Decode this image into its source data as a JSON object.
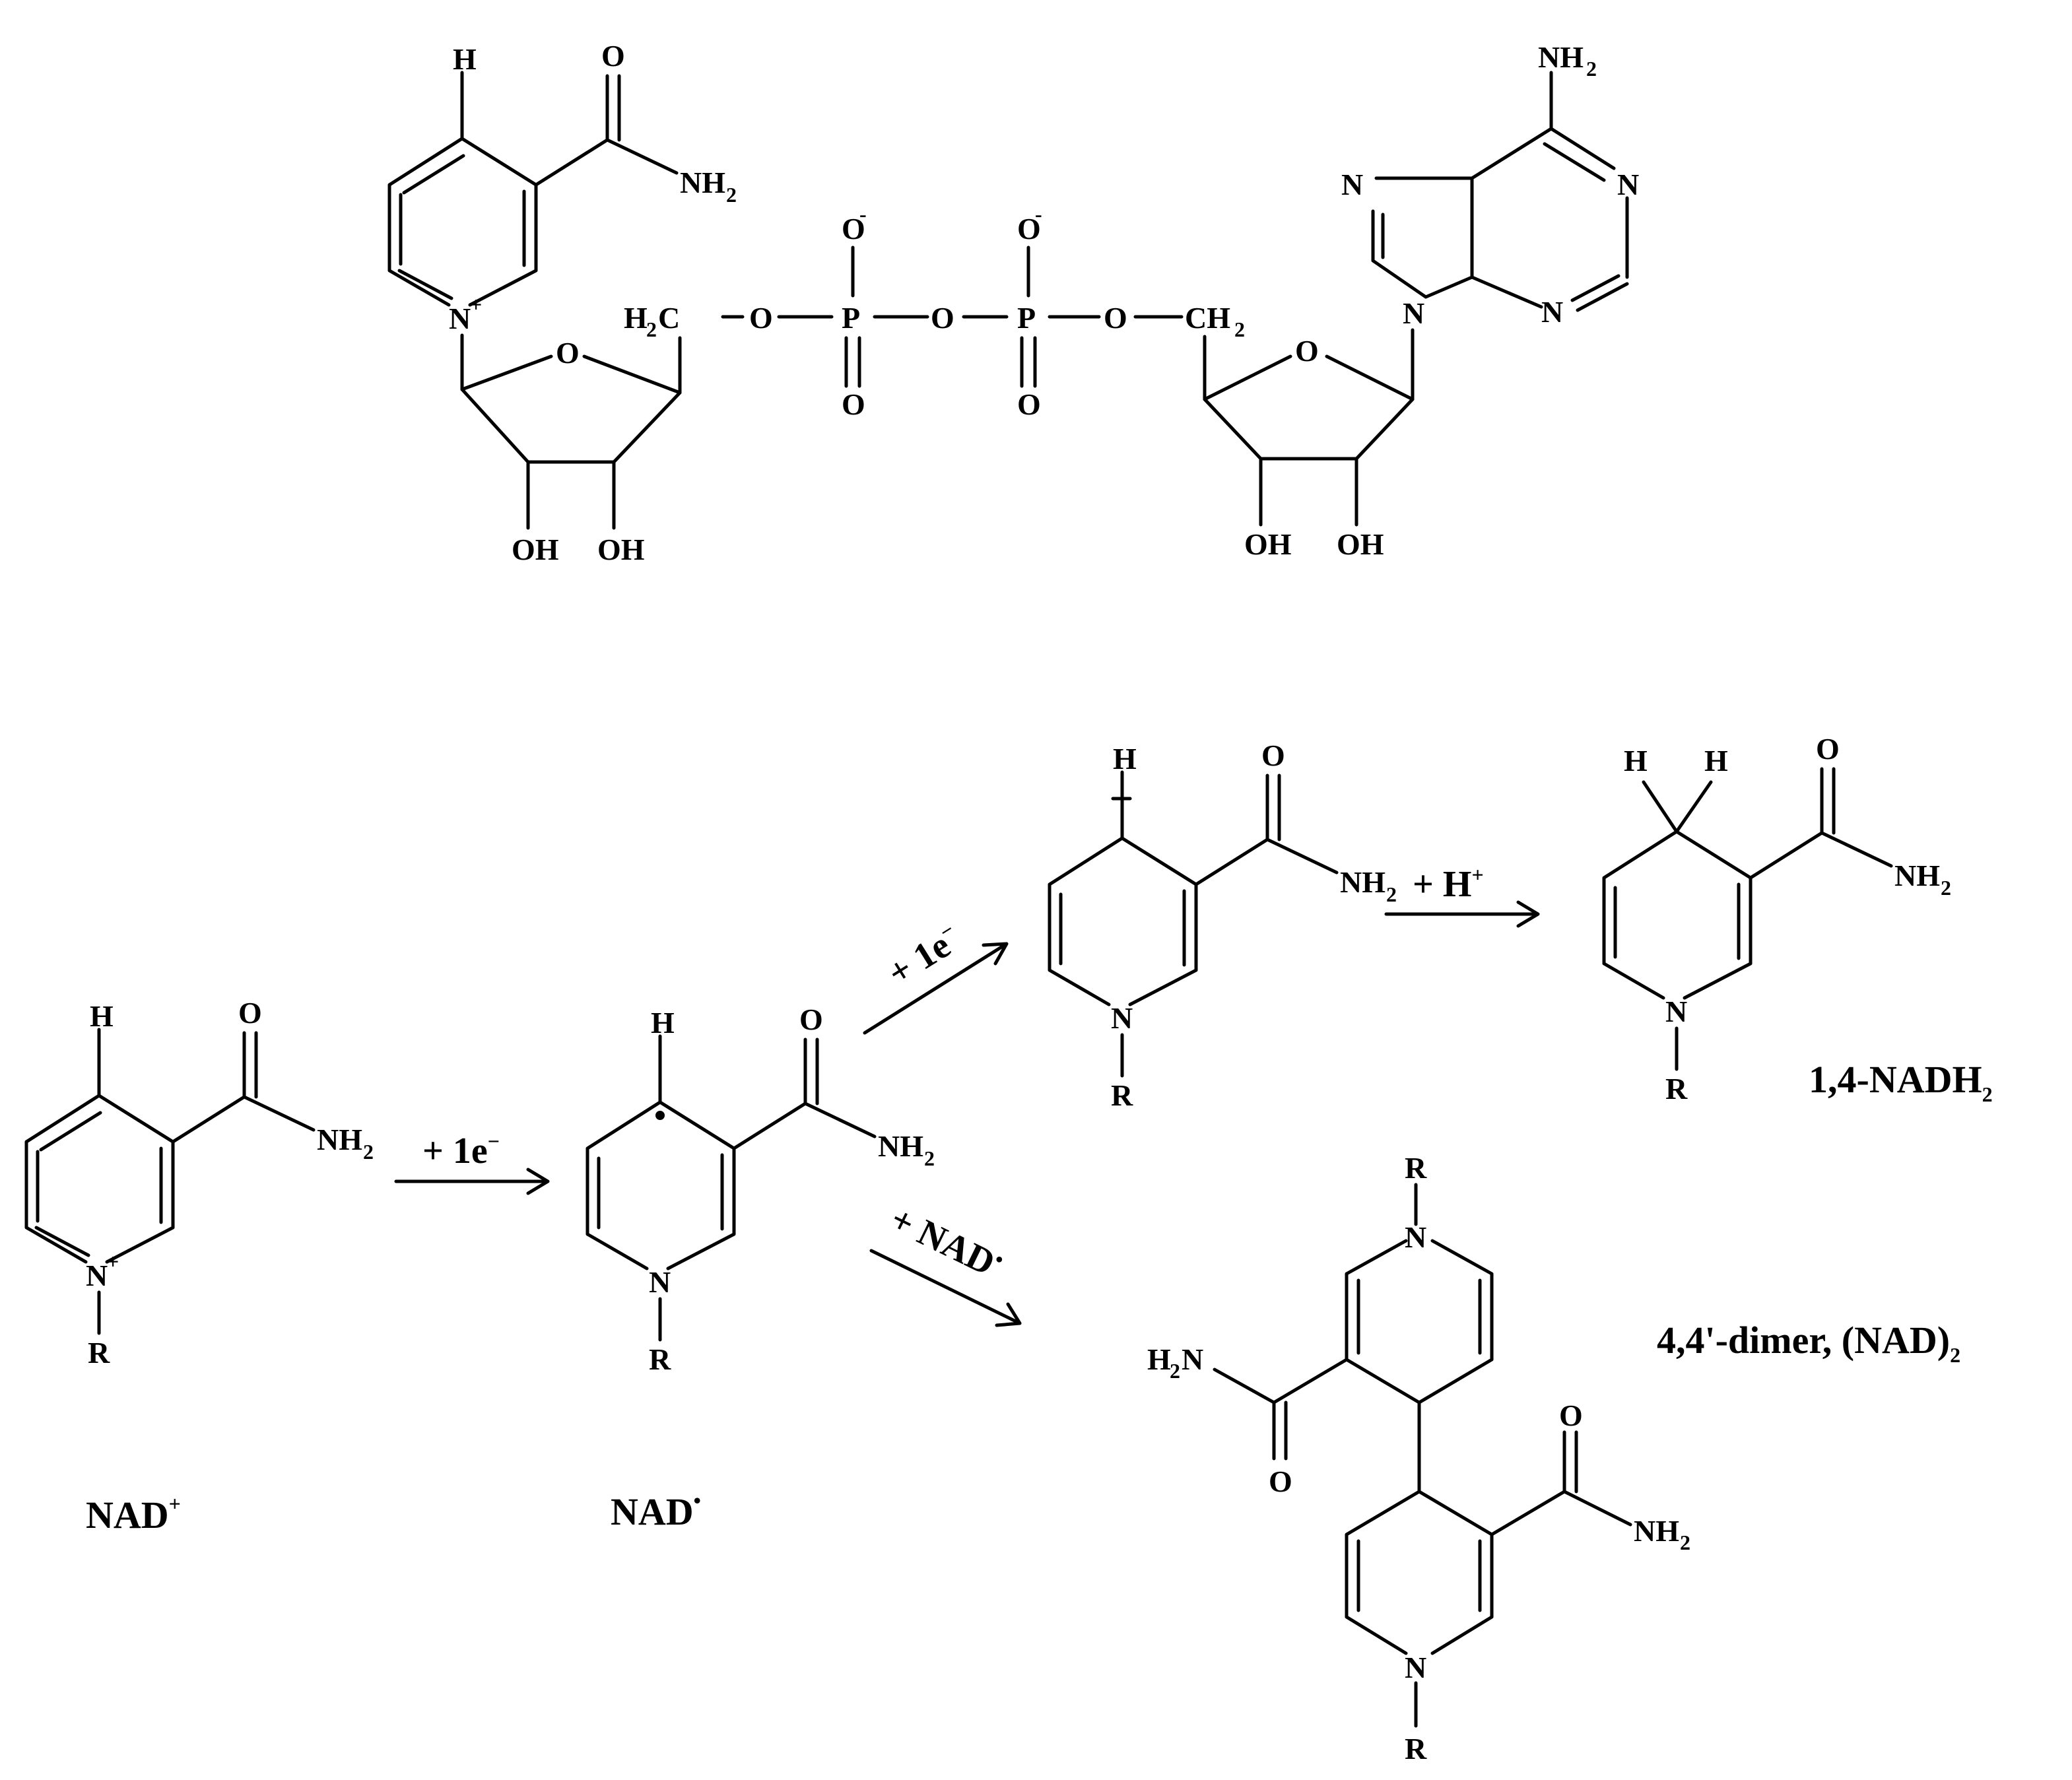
{
  "atoms": {
    "H": "H",
    "O": "O",
    "N": "N",
    "R": "R",
    "P": "P",
    "C": "C",
    "NH": "NH",
    "OH": "OH",
    "CH": "CH",
    "H2": "H",
    "sub2": "2",
    "plus": "+",
    "minus": "-"
  },
  "compounds": {
    "nad_plus": {
      "name": "NAD",
      "sup": "+"
    },
    "nad_radical": {
      "name": "NAD",
      "dot": "•"
    },
    "nadh2": {
      "name": "1,4-NADH",
      "sub": "2"
    },
    "dimer": {
      "name": "4,4'-dimer, (NAD)",
      "sub": "2"
    }
  },
  "arrows": {
    "a1": {
      "label": "+ 1e",
      "sup": "−"
    },
    "a2": {
      "label": "+ 1e",
      "sup": "−"
    },
    "a3": {
      "label": "+ H",
      "sup": "+"
    },
    "a4": {
      "label": "+ NAD",
      "dot": "•"
    }
  }
}
